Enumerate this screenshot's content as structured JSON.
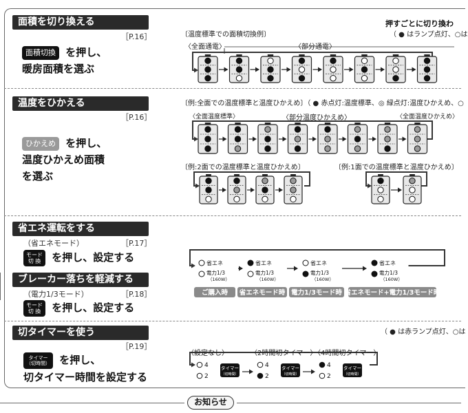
{
  "s1": {
    "title": "面積を切り換える",
    "ref": "［P.16］",
    "key": "面積切換",
    "line1": "を押し、",
    "line2": "暖房面積を選ぶ",
    "caption_top": "押すごとに切り換わ",
    "caption_sub": "（ ● はランプ点灯、○は",
    "example": "〔温度標準での面積切換例〕",
    "label_full": "〈全面通電〉",
    "label_part": "〈部分通電〉",
    "panels": [
      [
        "B",
        "B",
        "B"
      ],
      [
        "B",
        "B",
        "O"
      ],
      [
        "O",
        "B",
        "B"
      ],
      [
        "B",
        "O",
        "B"
      ],
      [
        "B",
        "O",
        "O"
      ],
      [
        "O",
        "B",
        "O"
      ],
      [
        "O",
        "O",
        "B"
      ],
      [
        "B",
        "B",
        "B"
      ]
    ]
  },
  "s2": {
    "title": "温度をひかえる",
    "ref": "［P.16］",
    "key": "ひかえめ",
    "line1": "を押し、",
    "line2": "温度ひかえめ面積",
    "line3": "を選ぶ",
    "example_full": "〔例:全面での温度標準と温度ひかえめ〕（ ● 赤点灯:温度標準、◎ 緑点灯:温度ひかえめ、○",
    "label_std": "〈全面温度標準〉",
    "label_part": "〈部分温度ひかえめ〉",
    "label_all": "〈全面温度ひかえめ〉",
    "panels": [
      [
        "B",
        "B",
        "B"
      ],
      [
        "B",
        "B",
        "G"
      ],
      [
        "G",
        "B",
        "B"
      ],
      [
        "B",
        "G",
        "B"
      ],
      [
        "B",
        "G",
        "G"
      ],
      [
        "G",
        "B",
        "G"
      ],
      [
        "G",
        "G",
        "B"
      ],
      [
        "G",
        "G",
        "G"
      ]
    ],
    "example_two": "〔例:2面での温度標準と温度ひかえめ〕",
    "panels_two": [
      [
        "B",
        "B",
        "O"
      ],
      [
        "B",
        "G",
        "O"
      ],
      [
        "G",
        "B",
        "O"
      ],
      [
        "G",
        "G",
        "O"
      ]
    ],
    "example_one": "〔例:1面での温度標準と温度ひかえめ〕",
    "panels_one": [
      [
        "B",
        "O",
        "O"
      ],
      [
        "G",
        "O",
        "O"
      ]
    ]
  },
  "s3": {
    "title": "省エネ運転をする",
    "sub": "（省エネモード）",
    "ref": "［P.17］",
    "key": "モード切換",
    "key_l1": "モード",
    "key_l2": "切 換",
    "line1": "を押し、設定する"
  },
  "s4": {
    "title": "ブレーカー落ちを軽減する",
    "sub": "（電力1/3モード）",
    "ref": "［P.18］",
    "key_l1": "モード",
    "key_l2": "切 換",
    "line1": "を押し、設定する"
  },
  "mode": {
    "eco": "省エネ",
    "power": "電力1/3",
    "watt": "（160W）",
    "states": [
      {
        "eco": "O",
        "power": "O",
        "label": "ご購入時"
      },
      {
        "eco": "B",
        "power": "O",
        "label": "省エネモード時"
      },
      {
        "eco": "O",
        "power": "B",
        "label": "電力1/3モード時"
      },
      {
        "eco": "B",
        "power": "B",
        "label": "省エネモード+電力1/3モード時"
      }
    ]
  },
  "s5": {
    "title": "切タイマーを使う",
    "ref": "［P.19］",
    "key_l1": "タイマー",
    "key_l2": "（切時間）",
    "line1": "を押し、",
    "line2": "切タイマー時間を設定する",
    "caption_sub": "（ ● は赤ランプ点灯、○は",
    "label_none": "〈設定なし〉",
    "label_2h": "〈2時間切タイマー〉",
    "label_4h": "〈4時間切タイマー〉",
    "opt4": "4",
    "opt2": "2",
    "states": [
      {
        "h4": "O",
        "h2": "O"
      },
      {
        "h4": "O",
        "h2": "B"
      },
      {
        "h4": "B",
        "h2": "O"
      }
    ]
  },
  "footer": {
    "label": "お知らせ"
  },
  "colors": {
    "on": "#111111",
    "green": "#9a9a9a",
    "off": "#ffffff",
    "panel": "#e8e8e8",
    "dark": "#2a2a2a"
  }
}
